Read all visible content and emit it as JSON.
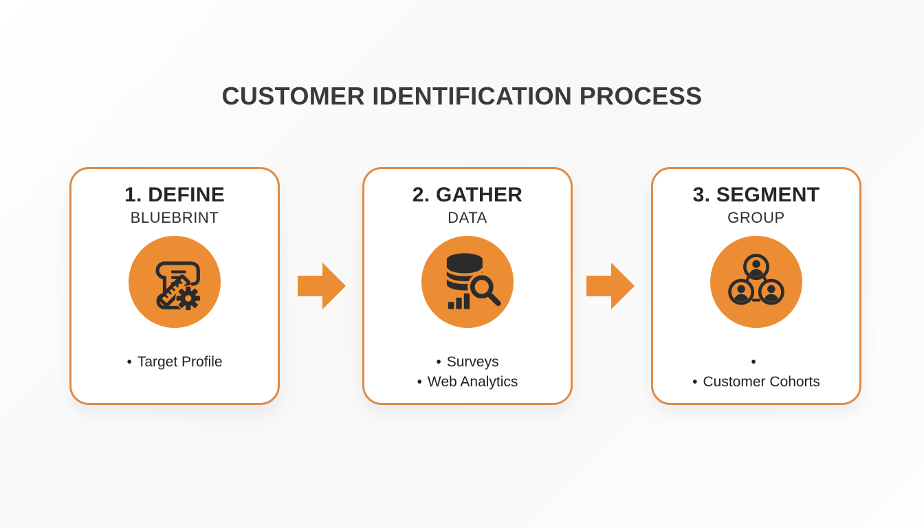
{
  "page": {
    "title": "CUSTOMER IDENTIFICATION PROCESS"
  },
  "bullet_char": "•",
  "colors": {
    "background": "#f8f8f8",
    "card_bg": "#ffffff",
    "card_border": "#df8a43",
    "accent_orange": "#ec8d33",
    "icon_dark": "#2b2b2b",
    "title_text": "#3a3a3c",
    "heading_text": "#262626",
    "body_text": "#1f1f1f"
  },
  "steps": [
    {
      "heading": "1. DEFINE",
      "subtitle": "BLUEBRINT",
      "icon": "blueprint-ruler-gear-icon",
      "bullets": [
        "Target Profile"
      ]
    },
    {
      "heading": "2. GATHER",
      "subtitle": "DATA",
      "icon": "database-search-icon",
      "bullets": [
        "Surveys",
        "Web Analytics"
      ]
    },
    {
      "heading": "3. SEGMENT",
      "subtitle": "GROUP",
      "icon": "customer-group-icon",
      "bullets": [
        "",
        "Customer Cohorts"
      ]
    }
  ]
}
